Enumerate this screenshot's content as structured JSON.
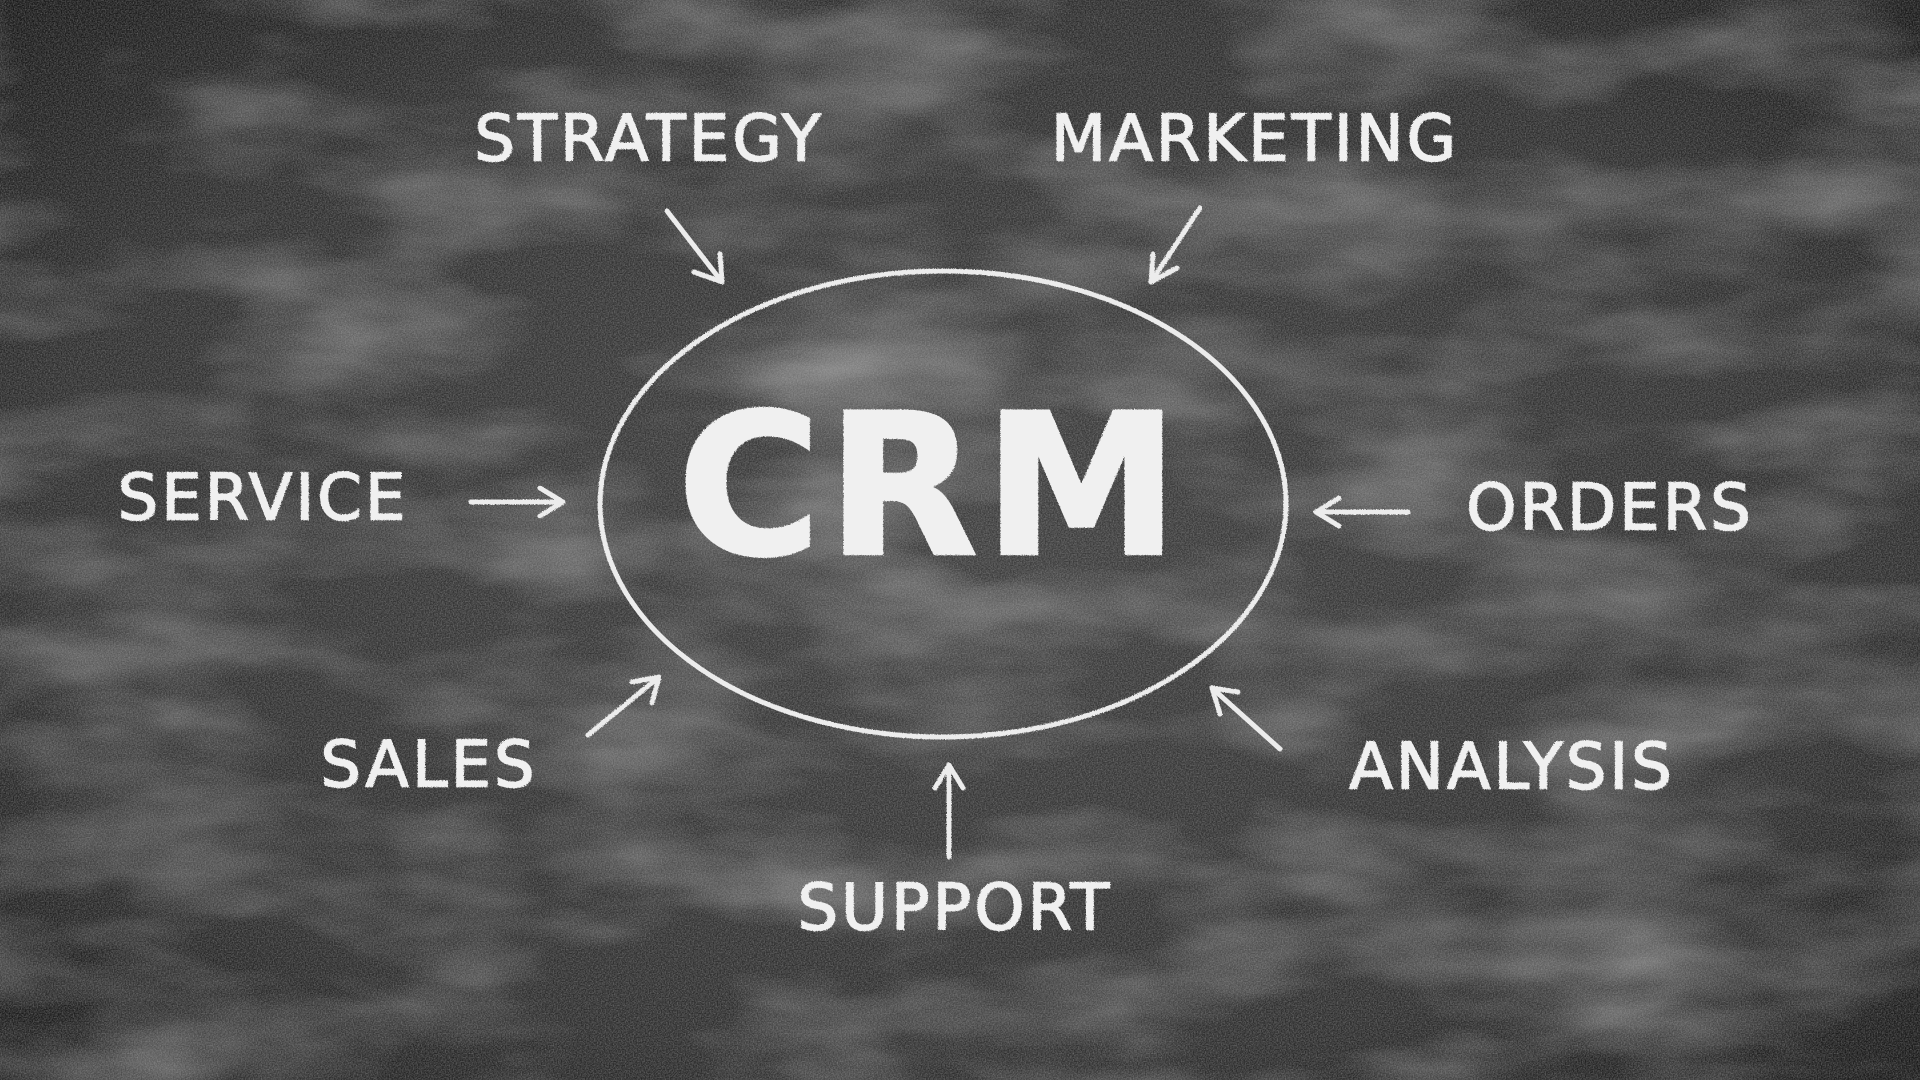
{
  "center": {
    "label": "CRM"
  },
  "nodes": {
    "strategy": "STRATEGY",
    "marketing": "MARKETING",
    "service": "SERVICE",
    "orders": "ORDERS",
    "sales": "SALES",
    "analysis": "ANALYSIS",
    "support": "SUPPORT"
  },
  "colors": {
    "chalk": "#ececec",
    "board": "#2e2e2e"
  }
}
